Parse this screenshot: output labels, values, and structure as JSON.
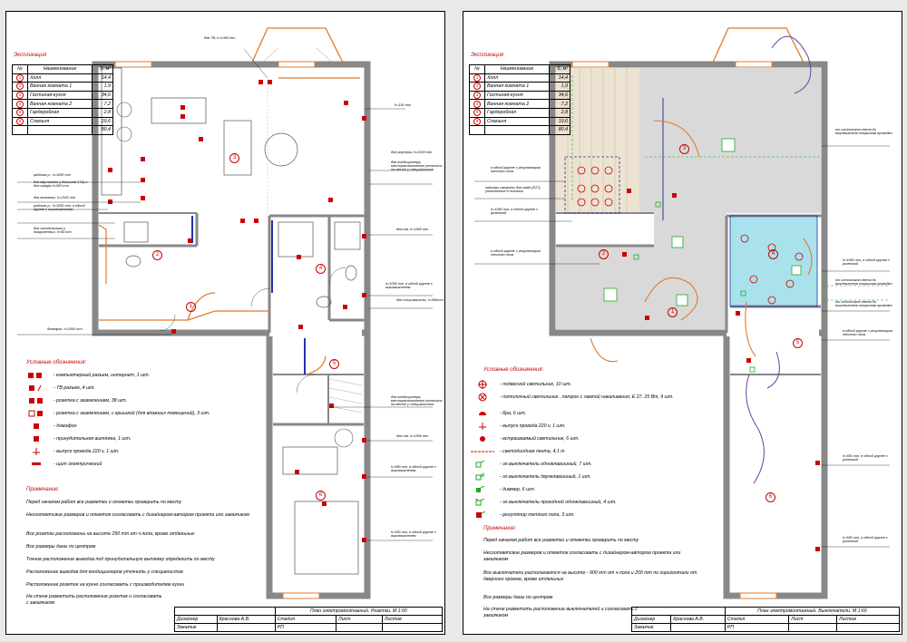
{
  "legend_title": "Экспликация",
  "explication": {
    "headers": [
      "№",
      "Наименование",
      "S, м²"
    ],
    "rows": [
      {
        "num": "1",
        "name": "Холл",
        "area": "14,4"
      },
      {
        "num": "2",
        "name": "Ванная комната 1",
        "area": "1,9"
      },
      {
        "num": "3",
        "name": "Гостиная-кухня",
        "area": "34,6"
      },
      {
        "num": "4",
        "name": "Ванная комната 2",
        "area": "7,2"
      },
      {
        "num": "5",
        "name": "Гардеробная",
        "area": "2,8"
      },
      {
        "num": "6",
        "name": "Спальня",
        "area": "19,6"
      }
    ],
    "total": "80,4"
  },
  "left": {
    "symbols_title": "Условные обозначения:",
    "symbols": [
      "- компьютерный разъем, интернет, 1 шт.",
      "- ТВ разъем, 4 шт.",
      "- розетка с заземлением, 38 шт.",
      "- розетка с заземлением, с крышкой (для влажных помещений), 3 шт.",
      "- домофон",
      "- принудительная вытяжка, 1 шт.",
      "- выпуск провода 220 v, 1 шт.",
      "- щит электрический"
    ],
    "notes_title": "Примечание:",
    "notes": [
      "Перед началом работ все разметки и отметки проверить по месту",
      "Несоответсвие размеров и отметок согласовать с дизайнером-автором проекта или заказчиком",
      "Все розетки расположены на высоте 250 mm от ч.пола, кроме отдельных",
      "Все размеры даны по центрам",
      "Точное расположение выводов под принудительную вытяжку определить по месту",
      "Расположение выводов для кондиционеров уточнить у специалистов",
      "Расположение розеток на кухне согласовать с производителем кухни",
      "На стене разметить расположение розеток и согласовать с заказчиком"
    ],
    "stamp": {
      "title": "План электромонтажный. Розетки. М 1:60",
      "role1": "Дизайнер",
      "person": "Краснова А.В.",
      "role2": "Заказчик",
      "stage_h": "Стадия",
      "stage": "РП",
      "sheet_h": "Лист",
      "sheets_h": "Листов"
    },
    "callouts": [
      "для ТВ, h=1300 mm",
      "h=150 mm",
      "для роутера, h=2100 mm",
      "для кондиционера, месторасположение уточнить на месте у специалистов",
      "рабочая р., h=1050 mm",
      "для вар.панели у большом 17А) и для шкафа h=900 mm",
      "для вытяжки, h=2100 mm",
      "рабочая р., h=1050 mm, в одной группе с выключателем",
      "для холодильника у погруженных, h=50 mm",
      "для тм, h=1500 mm",
      "h=1050 mm, в одной группе с выключателем",
      "для стир.машины, h=950mm",
      "домофон, h=1500 mm",
      "для кондиционера, месторасположение уточнить на месте у специалистов",
      "для тм, h=1500 mm",
      "h=550 mm, в одной группе с выключателем",
      "h=550 mm, в одной группе с выключателем"
    ]
  },
  "right": {
    "symbols_title": "Условные обозначения:",
    "symbols": [
      "- подвесной светильник, 10 шт.",
      "- потолочный светильник , патрон с лампой накаливания, Е 27, 25 Вт, 9 шт.",
      "- бра, 6 шт.",
      "- выпуск провода 220 v, 1 шт.",
      "- встраиваемый светильник, 6 шт.",
      "- светодиодная лента, 4,1 m",
      "- эл.выключатель одноклавишный, 7 шт.",
      "- эл.выключатель двухклавишный, 1 шт.",
      "- диммер, 6 шт.",
      "- эл.выключатель проходной одноклавишный, 4 шт.",
      "- регулятор теплого пола, 3 шт."
    ],
    "notes_title": "Примечание:",
    "notes": [
      "Перед началом работ все разметки и отметки проверить по месту",
      "Несоответсвие размеров и отметок согласовать с дизайнером-автором проекта или заказчиком",
      "Все выключатели располагаются на высоте - 900 mm от ч.пола и 200 mm по горизонтали от дверного проема, кроме отдельных",
      "Все размеры даны по центрам",
      "На стене разметить расположение выключателей и согласовать с заказчиком"
    ],
    "stamp": {
      "title": "План электромонтажный. Выключатели. М 1:60",
      "role1": "Дизайнер",
      "person": "Краснова А.В.",
      "role2": "Заказчик",
      "stage_h": "Стадия",
      "stage": "РП",
      "sheet_h": "Лист",
      "sheets_h": "Листов"
    },
    "callouts": [
      "от источников света до выключателя открытая проводка",
      "в одной группе с регулятором теплого пола",
      "электро-патроны для ламп (E27), утопленные в потолок",
      "h=1050 mm, в одной группе с розеткой",
      "в одной группе с регулятором теплого пола",
      "h=1050 mm, в одной группе с розеткой",
      "от источников света до выключателя открытая проводка",
      "от источников света до выключателя открытая проводка",
      "в одной группе с регулятором теплого пола",
      "h=550 mm, в одной группе с розеткой",
      "h=550 mm, в одной группе с розеткой"
    ]
  },
  "colors": {
    "accent": "#cc0000",
    "wall": "#888888",
    "kitchen_floor": "#d9d9d9",
    "bath_tile": "#a9e2ec",
    "wood": "#ece3d2",
    "window": "#e07a2c"
  }
}
